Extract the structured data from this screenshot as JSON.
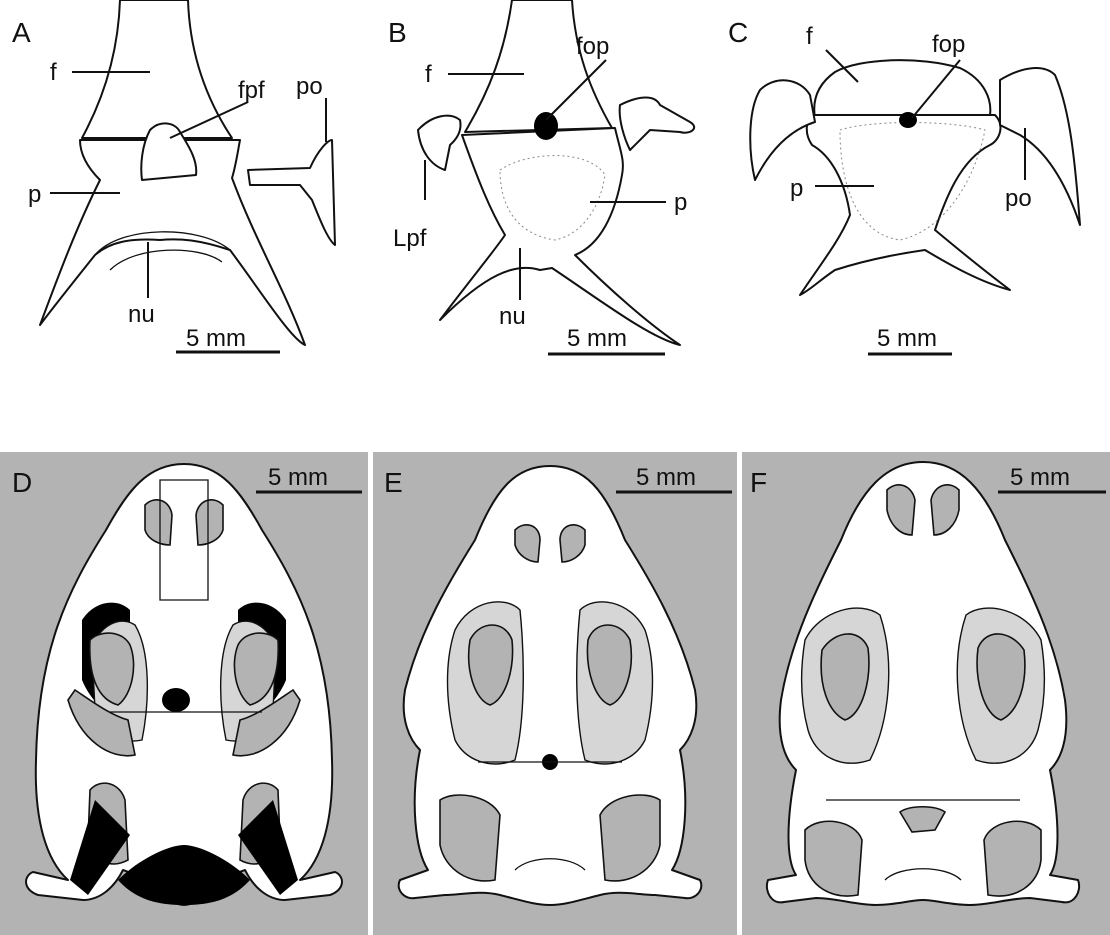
{
  "panels": {
    "A": {
      "label": "A",
      "scale": "5 mm",
      "annotations": {
        "f": "f",
        "fpf": "fpf",
        "po": "po",
        "p": "p",
        "nu": "nu"
      }
    },
    "B": {
      "label": "B",
      "scale": "5 mm",
      "annotations": {
        "f": "f",
        "fop": "fop",
        "Lpf": "Lpf",
        "p": "p",
        "nu": "nu"
      }
    },
    "C": {
      "label": "C",
      "scale": "5 mm",
      "annotations": {
        "f": "f",
        "fop": "fop",
        "p": "p",
        "po": "po"
      }
    },
    "D": {
      "label": "D",
      "scale": "5 mm"
    },
    "E": {
      "label": "E",
      "scale": "5 mm"
    },
    "F": {
      "label": "F",
      "scale": "5 mm"
    }
  },
  "colors": {
    "panel_background": "#b3b3b3",
    "bone": "#ffffff",
    "outline": "#111111",
    "shaded_region": "#000000",
    "light_fill": "#d6d6d6"
  }
}
